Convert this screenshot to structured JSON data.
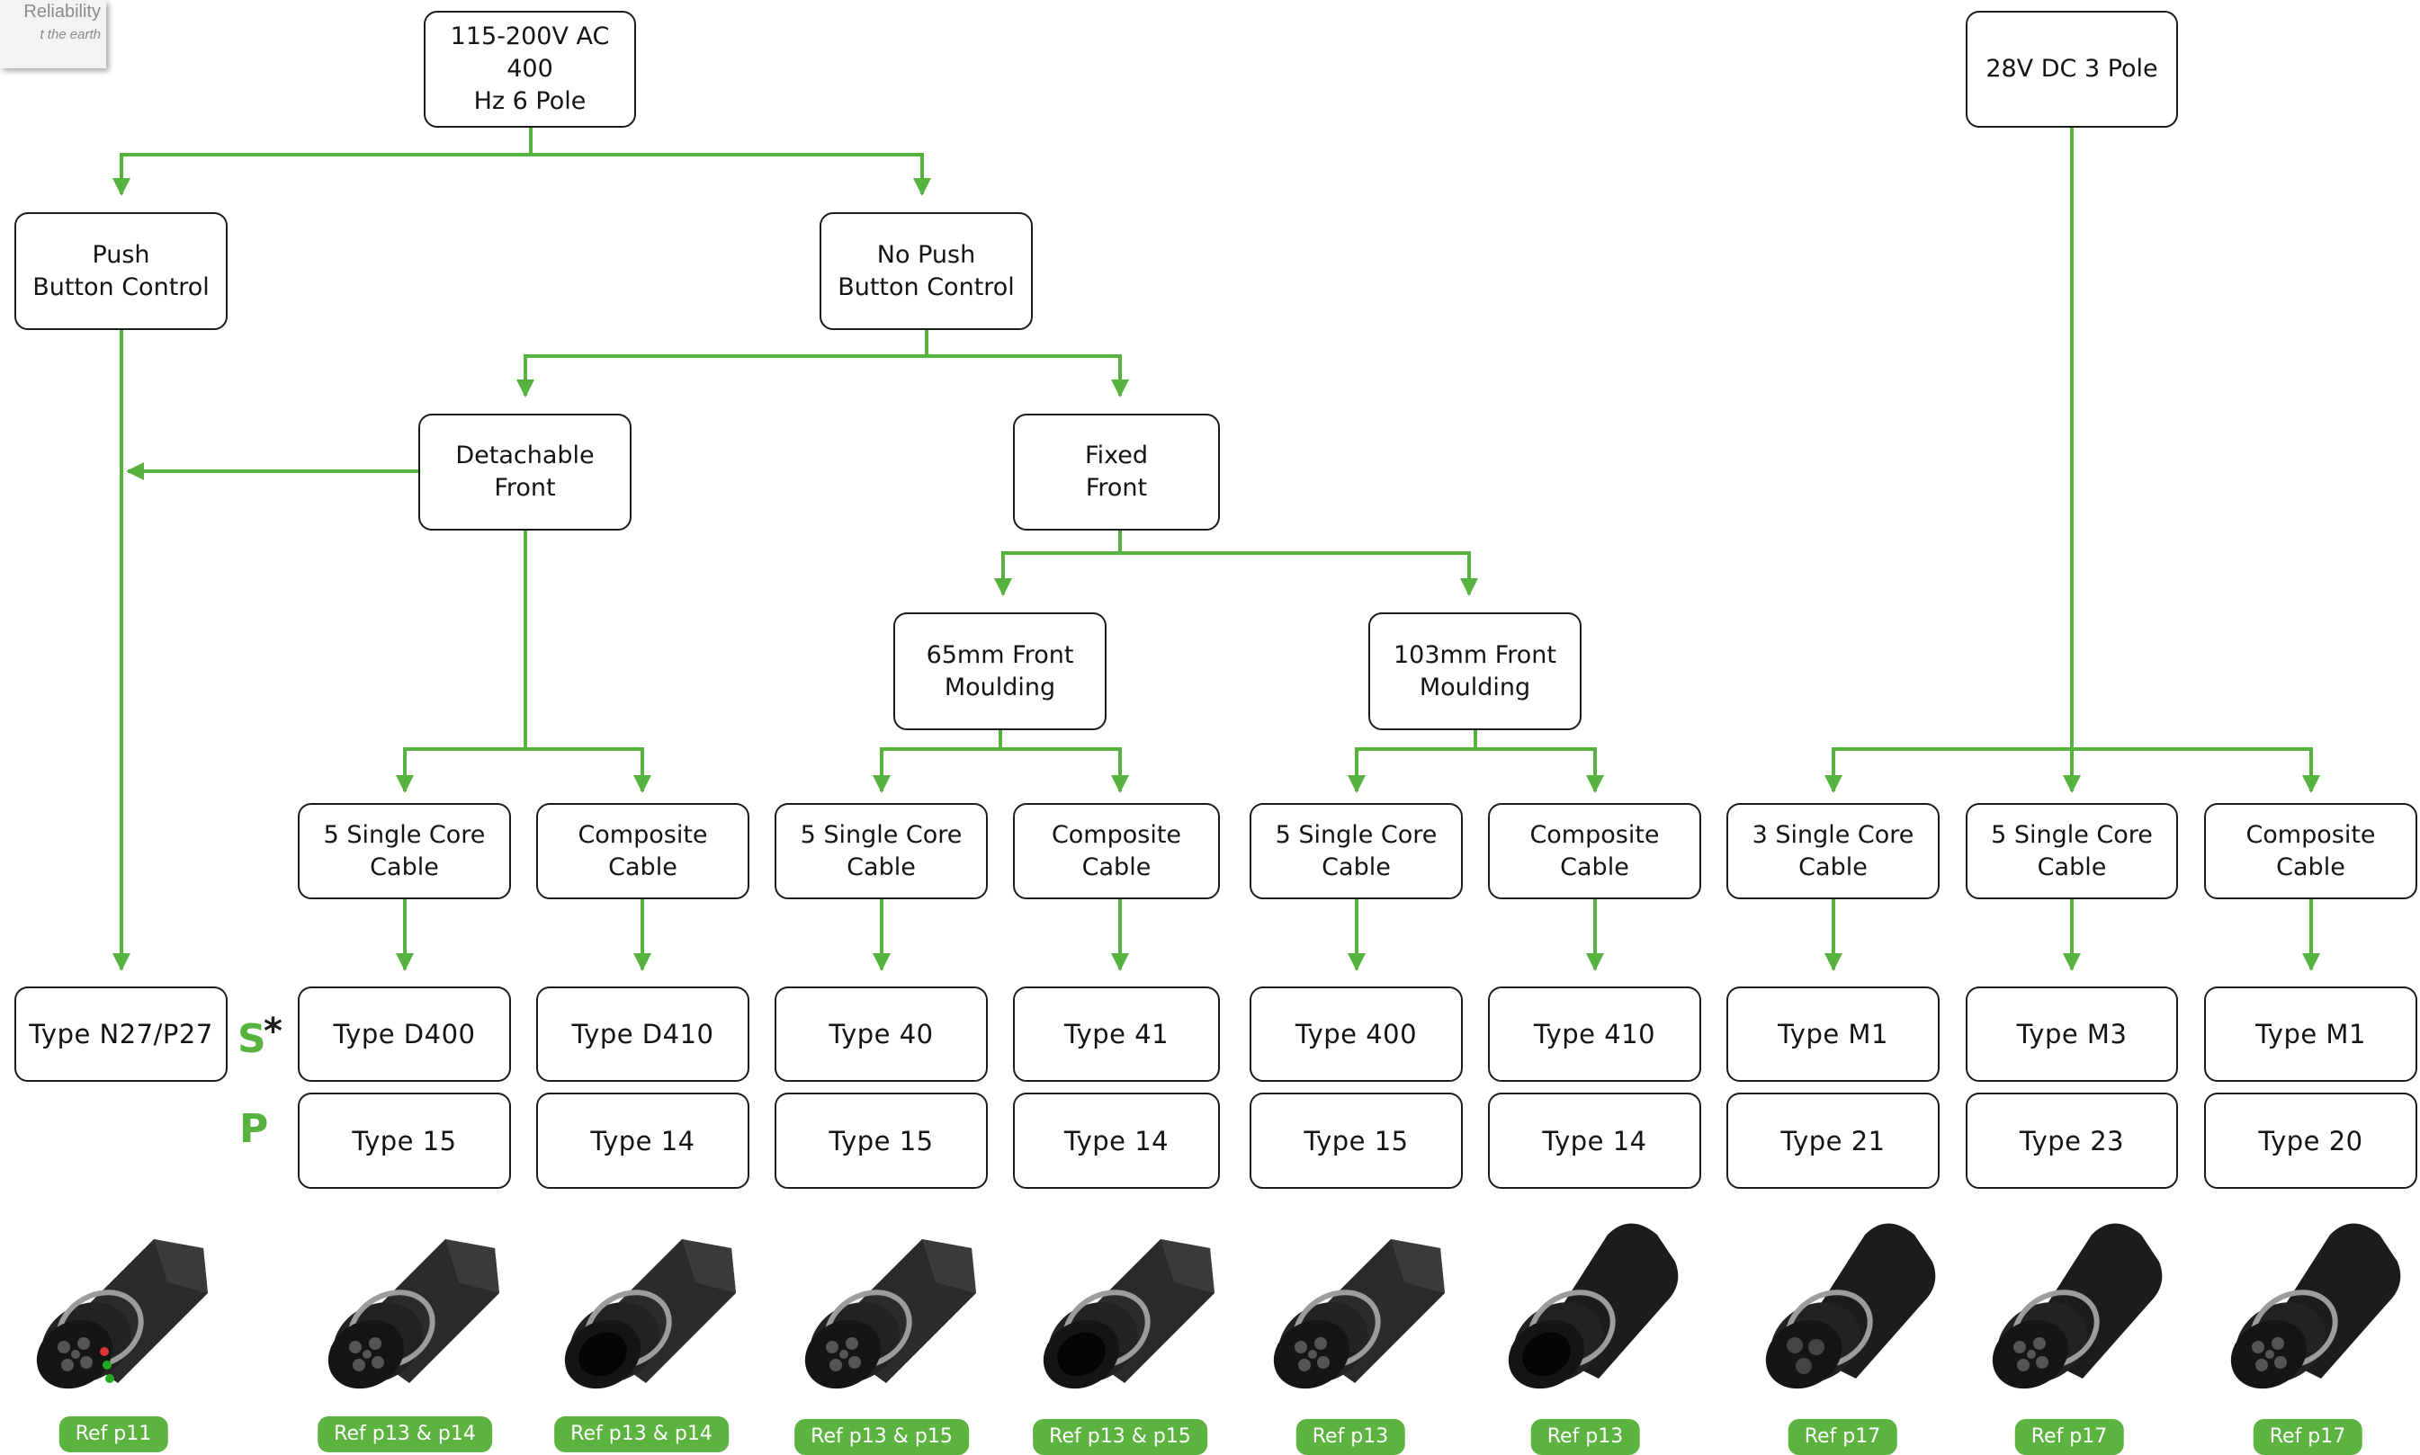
{
  "logo": {
    "line1": "Reliability",
    "line2": "t the earth"
  },
  "colors": {
    "connector": "#56b33e",
    "border": "#1b1b1b",
    "badge": "#5cb33f"
  },
  "row_labels": {
    "s": "S",
    "star": "*",
    "p": "P"
  },
  "nodes": [
    {
      "id": "ac",
      "label": "115-200V AC 400\nHz 6 Pole"
    },
    {
      "id": "dc",
      "label": "28V DC 3 Pole"
    },
    {
      "id": "push",
      "label": "Push\nButton Control"
    },
    {
      "id": "nopush",
      "label": "No Push\nButton Control"
    },
    {
      "id": "detach",
      "label": "Detachable\nFront"
    },
    {
      "id": "fixed",
      "label": "Fixed\nFront"
    },
    {
      "id": "m65",
      "label": "65mm Front\nMoulding"
    },
    {
      "id": "m103",
      "label": "103mm Front\nMoulding"
    },
    {
      "id": "c1",
      "label": "5 Single Core\nCable"
    },
    {
      "id": "c2",
      "label": "Composite\nCable"
    },
    {
      "id": "c3",
      "label": "5 Single Core\nCable"
    },
    {
      "id": "c4",
      "label": "Composite\nCable"
    },
    {
      "id": "c5",
      "label": "5 Single Core\nCable"
    },
    {
      "id": "c6",
      "label": "Composite\nCable"
    },
    {
      "id": "c7",
      "label": "3 Single Core\nCable"
    },
    {
      "id": "c8",
      "label": "5 Single Core\nCable"
    },
    {
      "id": "c9",
      "label": "Composite\nCable"
    },
    {
      "id": "s0",
      "label": "Type N27/P27"
    },
    {
      "id": "s1",
      "label": "Type D400"
    },
    {
      "id": "s2",
      "label": "Type D410"
    },
    {
      "id": "s3",
      "label": "Type 40"
    },
    {
      "id": "s4",
      "label": "Type 41"
    },
    {
      "id": "s5",
      "label": "Type 400"
    },
    {
      "id": "s6",
      "label": "Type 410"
    },
    {
      "id": "s7",
      "label": "Type M1"
    },
    {
      "id": "s8",
      "label": "Type M3"
    },
    {
      "id": "s9",
      "label": "Type M1"
    },
    {
      "id": "p1",
      "label": "Type 15"
    },
    {
      "id": "p2",
      "label": "Type 14"
    },
    {
      "id": "p3",
      "label": "Type 15"
    },
    {
      "id": "p4",
      "label": "Type 14"
    },
    {
      "id": "p5",
      "label": "Type 15"
    },
    {
      "id": "p6",
      "label": "Type 14"
    },
    {
      "id": "p7",
      "label": "Type 21"
    },
    {
      "id": "p8",
      "label": "Type 23"
    },
    {
      "id": "p9",
      "label": "Type 20"
    }
  ],
  "edges": [
    [
      "ac",
      "push"
    ],
    [
      "ac",
      "nopush"
    ],
    [
      "nopush",
      "detach"
    ],
    [
      "nopush",
      "fixed"
    ],
    [
      "detach",
      "push"
    ],
    [
      "fixed",
      "m65"
    ],
    [
      "fixed",
      "m103"
    ],
    [
      "detach",
      "c1"
    ],
    [
      "detach",
      "c2"
    ],
    [
      "m65",
      "c3"
    ],
    [
      "m65",
      "c4"
    ],
    [
      "m103",
      "c5"
    ],
    [
      "m103",
      "c6"
    ],
    [
      "dc",
      "c7"
    ],
    [
      "dc",
      "c8"
    ],
    [
      "dc",
      "c9"
    ],
    [
      "push",
      "s0"
    ],
    [
      "c1",
      "s1"
    ],
    [
      "c2",
      "s2"
    ],
    [
      "c3",
      "s3"
    ],
    [
      "c4",
      "s4"
    ],
    [
      "c5",
      "s5"
    ],
    [
      "c6",
      "s6"
    ],
    [
      "c7",
      "s7"
    ],
    [
      "c8",
      "s8"
    ],
    [
      "c9",
      "s9"
    ]
  ],
  "products": [
    {
      "ref": "Ref p11",
      "icon": "connector-n27-photo"
    },
    {
      "ref": "Ref p13 & p14",
      "icon": "connector-d400-photo"
    },
    {
      "ref": "Ref p13 & p14",
      "icon": "connector-d410-photo"
    },
    {
      "ref": "Ref p13 & p15",
      "icon": "connector-type40-photo"
    },
    {
      "ref": "Ref p13 & p15",
      "icon": "connector-type41-photo"
    },
    {
      "ref": "Ref p13",
      "icon": "connector-type400-photo"
    },
    {
      "ref": "Ref p13",
      "icon": "connector-type410-photo"
    },
    {
      "ref": "Ref p17",
      "icon": "connector-m1-photo"
    },
    {
      "ref": "Ref p17",
      "icon": "connector-m3-photo"
    },
    {
      "ref": "Ref p17",
      "icon": "connector-m1-composite-photo"
    }
  ]
}
